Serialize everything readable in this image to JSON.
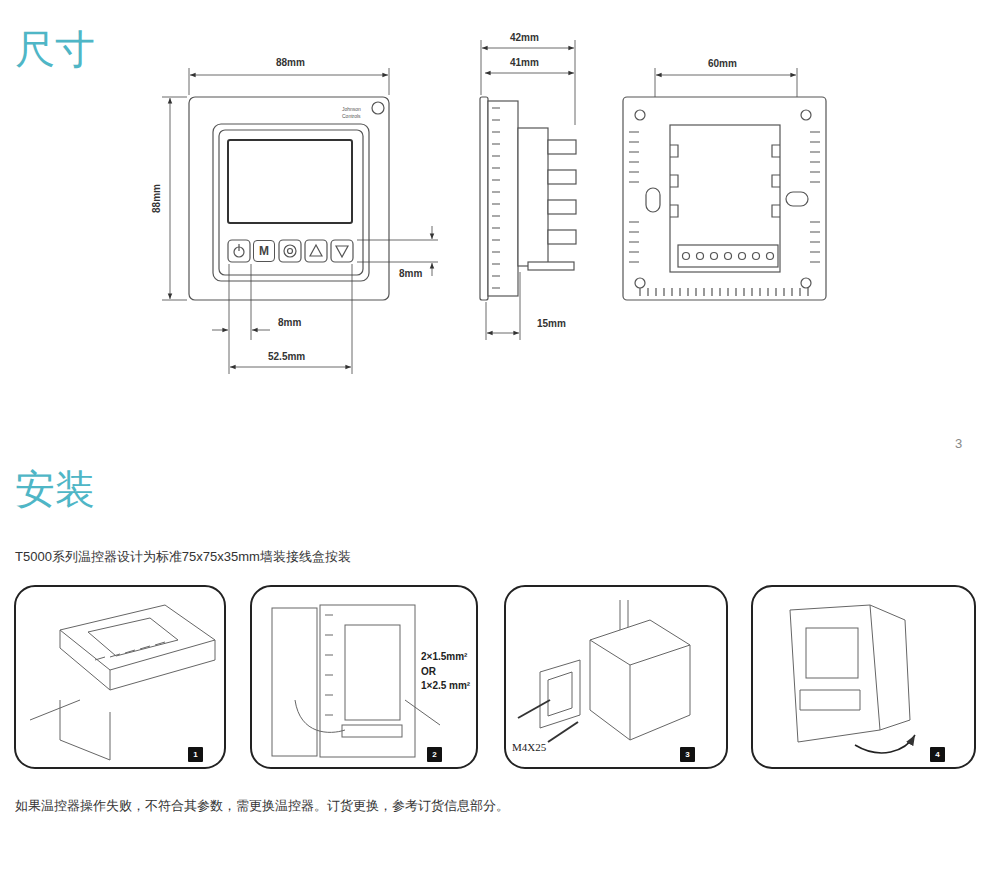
{
  "diagram": {
    "title": "尺寸",
    "nodes": [
      {
        "text": [
          "M"
        ]
      },
      {
        "text": [
          "1"
        ]
      },
      {
        "text": [
          "2"
        ]
      },
      {
        "text": [
          "3"
        ]
      },
      {
        "text": [
          "4"
        ]
      }
    ],
    "labels": [
      "88mm",
      "88mm",
      "8mm",
      "8mm",
      "52.5mm",
      "42mm",
      "41mm",
      "15mm",
      "60mm",
      "3",
      "安装",
      "T5000系列温控器设计为标准75x75x35mm墙装接线盒按装",
      "2×1.5mm²",
      "OR",
      "1×2.5 mm²",
      "M4X25",
      "如果温控器操作失败，不符合其参数，需更换温控器。订货更换，参考订货信息部分。",
      "Johnson",
      "Controls"
    ]
  }
}
